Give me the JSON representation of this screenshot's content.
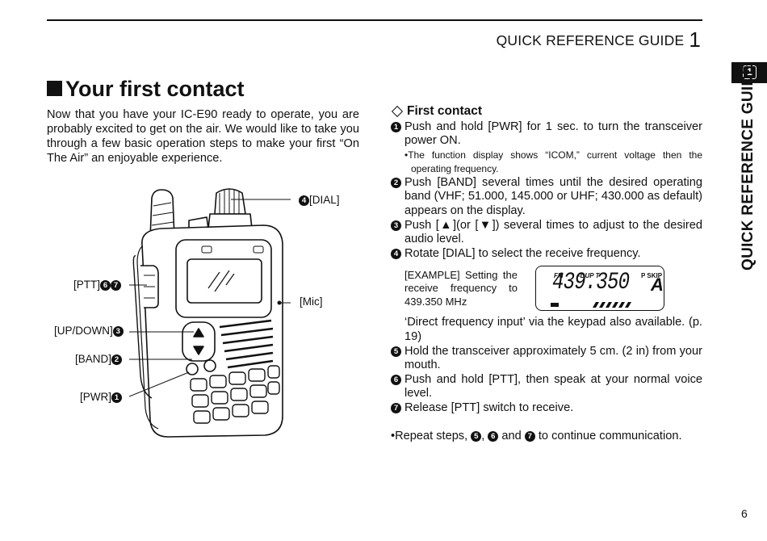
{
  "header": {
    "title": "QUICK REFERENCE GUIDE",
    "number": "1"
  },
  "side": {
    "tab_number": "1",
    "title": "QUICK REFERENCE GUIDE"
  },
  "section": {
    "title": "Your first contact"
  },
  "intro": "Now that you have your IC-E90 ready to operate, you are probably excited to get on the air. We would like to take you through a few basic operation steps to make your first “On The Air” an enjoyable experience.",
  "figure": {
    "dial": "[DIAL]",
    "dial_num": "4",
    "ptt": "[PTT]",
    "ptt_num1": "6",
    "ptt_num2": "7",
    "mic": "[Mic]",
    "updown": "[UP/DOWN]",
    "updown_num": "3",
    "band": "[BAND]",
    "band_num": "2",
    "pwr": "[PWR]",
    "pwr_num": "1"
  },
  "steps": {
    "heading": "First contact",
    "s1_num": "1",
    "s1": "Push and hold [PWR] for 1 sec. to turn the transceiver power ON.",
    "s1_note": "•The function display shows “ICOM,” current voltage then the operating frequency.",
    "s2_num": "2",
    "s2": "Push [BAND] several times until the desired operating band (VHF; 51.000, 145.000 or UHF; 430.000 as default) appears on the display.",
    "s3_num": "3",
    "s3": "Push [▲](or [▼]) several times to adjust to the desired audio level.",
    "s4_num": "4",
    "s4": "Rotate [DIAL] to select the receive frequency.",
    "example": "[EXAMPLE] Setting the receive frequency to 439.350 MHz",
    "lcd": {
      "mode": "FM",
      "dup": "-DUP T",
      "pskip": "P SKIP",
      "freq": "439.350",
      "mem": "A"
    },
    "direct": "‘Direct frequency input’ via the keypad also available. (p. 19)",
    "s5_num": "5",
    "s5": "Hold the transceiver approximately 5 cm. (2 in) from your mouth.",
    "s6_num": "6",
    "s6": "Push and hold [PTT], then speak at your normal voice level.",
    "s7_num": "7",
    "s7": "Release [PTT] switch to receive.",
    "repeat_a": "•Repeat steps, ",
    "repeat_n1": "5",
    "repeat_b": ", ",
    "repeat_n2": "6",
    "repeat_c": " and ",
    "repeat_n3": "7",
    "repeat_d": " to continue communication."
  },
  "page_number": "6"
}
